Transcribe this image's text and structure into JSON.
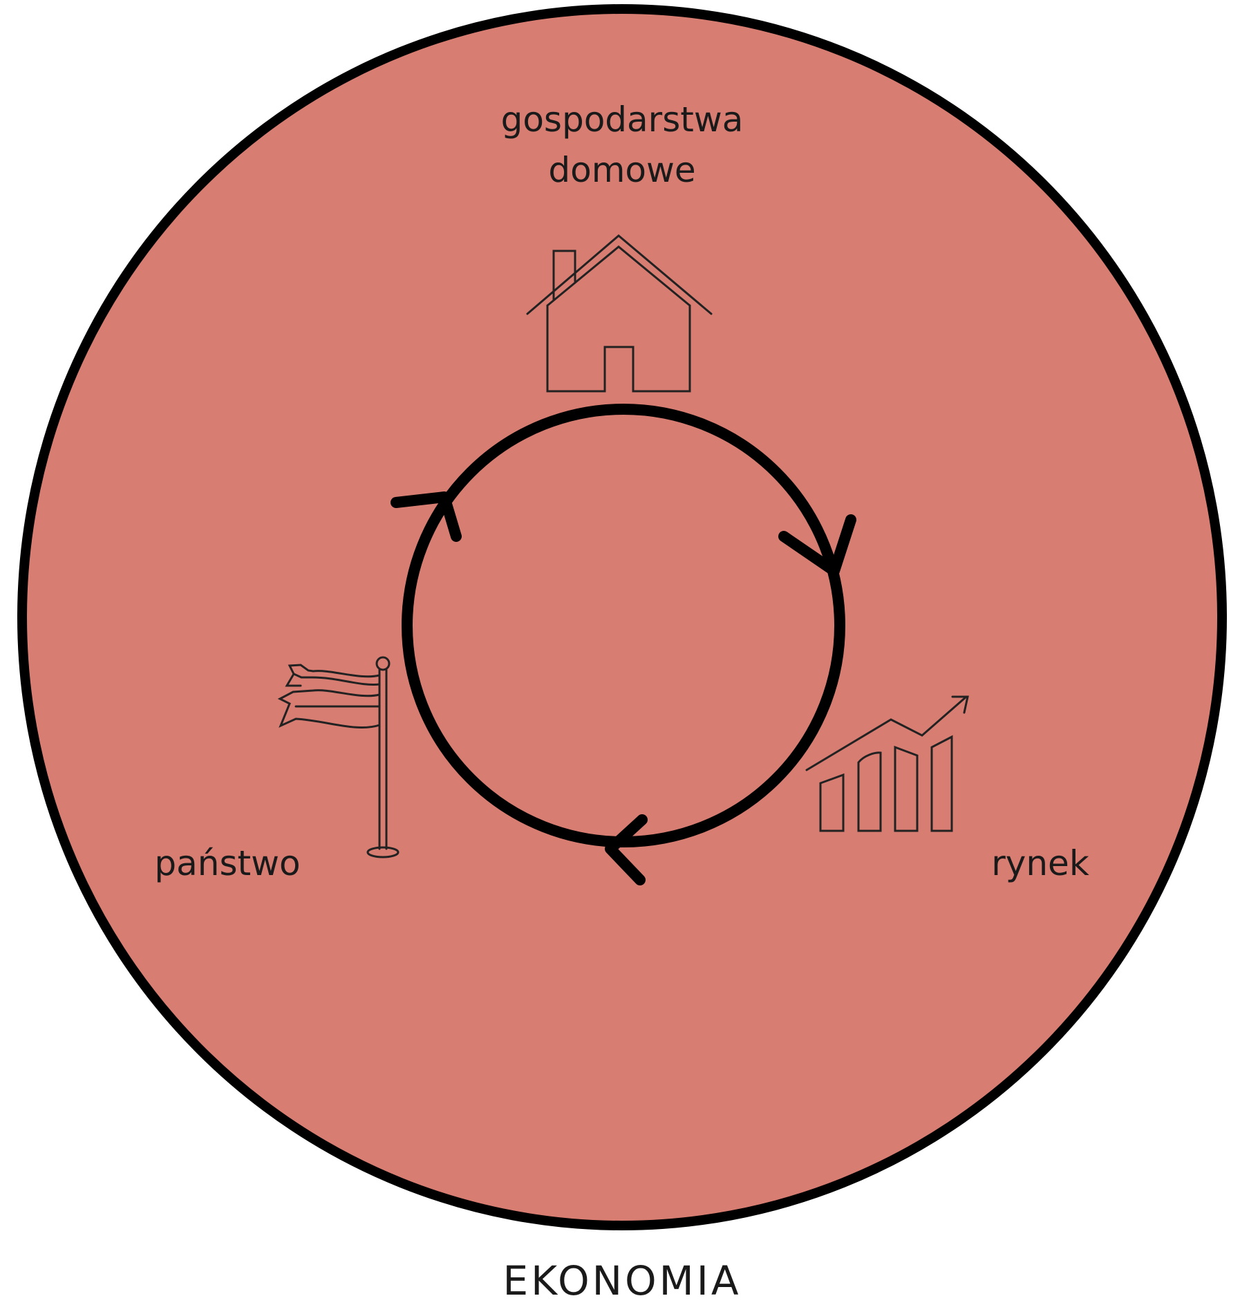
{
  "diagram": {
    "title": "EKONOMIA",
    "labels": {
      "households_line1": "gospodarstwa",
      "households_line2": "domowe",
      "state": "państwo",
      "market": "rynek"
    },
    "icons": {
      "households": "house-icon",
      "state": "flag-icon",
      "market": "growth-chart-icon"
    },
    "flow_direction": "clockwise",
    "colors": {
      "background_circle": "#d87d72",
      "outline": "#000000",
      "text": "#1a1a1a",
      "page": "#ffffff"
    }
  }
}
